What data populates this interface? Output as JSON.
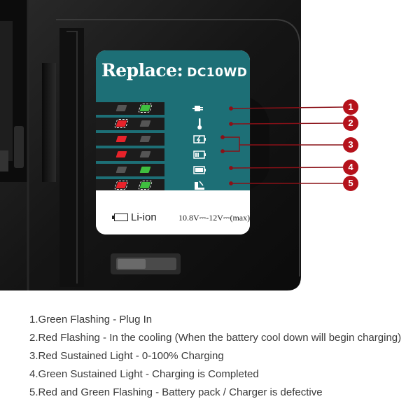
{
  "panel": {
    "title": "Replace:",
    "model": "DC10WD",
    "battery_type": "Li-ion",
    "voltage": "10.8V⎓-12V⎓(max)"
  },
  "indicator_rows": [
    {
      "status": "plug-in",
      "red_led": "off",
      "green_led": "green-flashing",
      "symbol": "plug-icon"
    },
    {
      "status": "cooling",
      "red_led": "red-flashing",
      "green_led": "off",
      "symbol": "thermometer-icon"
    },
    {
      "status": "charging",
      "red_led": "red",
      "green_led": "off",
      "symbol": "battery-charging-icon"
    },
    {
      "status": "charging",
      "red_led": "red",
      "green_led": "off",
      "symbol": "battery-icon"
    },
    {
      "status": "complete",
      "red_led": "off",
      "green_led": "green",
      "symbol": "battery-full-icon"
    },
    {
      "status": "defective",
      "red_led": "red-flashing",
      "green_led": "green-flashing",
      "symbol": "defective-icon"
    }
  ],
  "badges": [
    "1",
    "2",
    "3",
    "4",
    "5"
  ],
  "legend": [
    "1.Green Flashing - Plug In",
    "2.Red Flashing - In the cooling (When the battery cool down will begin charging)",
    "3.Red Sustained Light - 0-100% Charging",
    "4.Green Sustained Light - Charging is Completed",
    "5.Red and Green Flashing - Battery pack / Charger is defective"
  ],
  "colors": {
    "panel_teal": "#1d6f76",
    "badge_red": "#b5121b",
    "led_red": "#e8222a",
    "led_green": "#3fbf3f",
    "charger_body": "#141414"
  }
}
